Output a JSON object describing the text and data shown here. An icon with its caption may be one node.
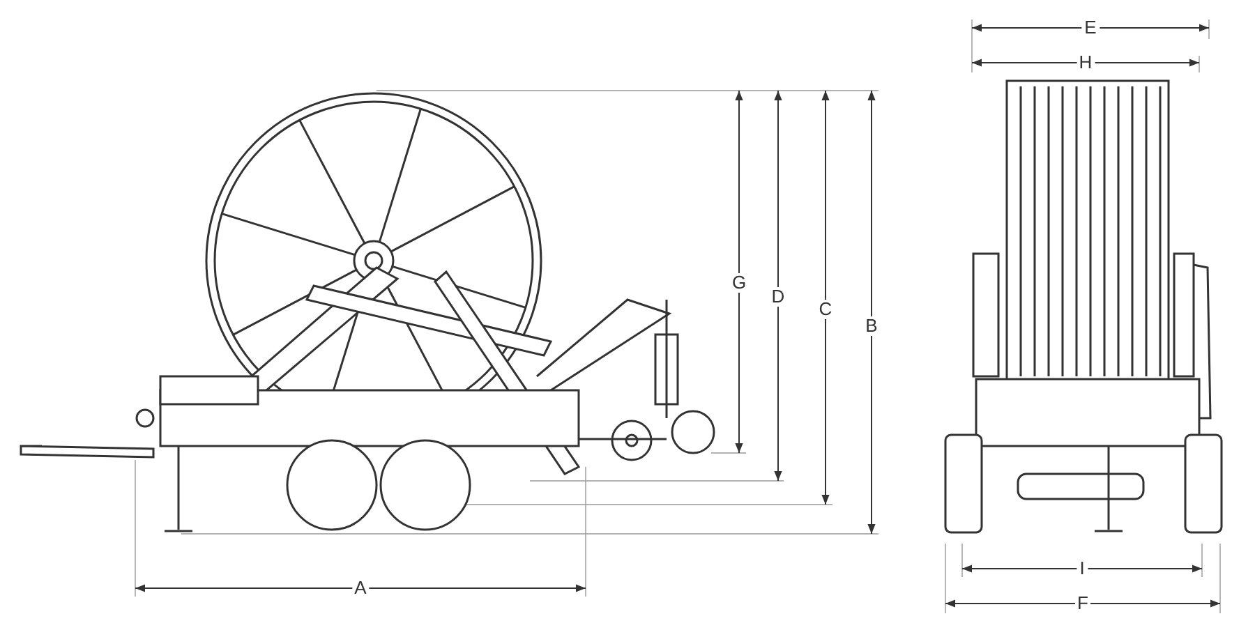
{
  "diagram": {
    "labels": [
      "E",
      "H",
      "G",
      "D",
      "C",
      "B",
      "A",
      "I",
      "F"
    ]
  }
}
